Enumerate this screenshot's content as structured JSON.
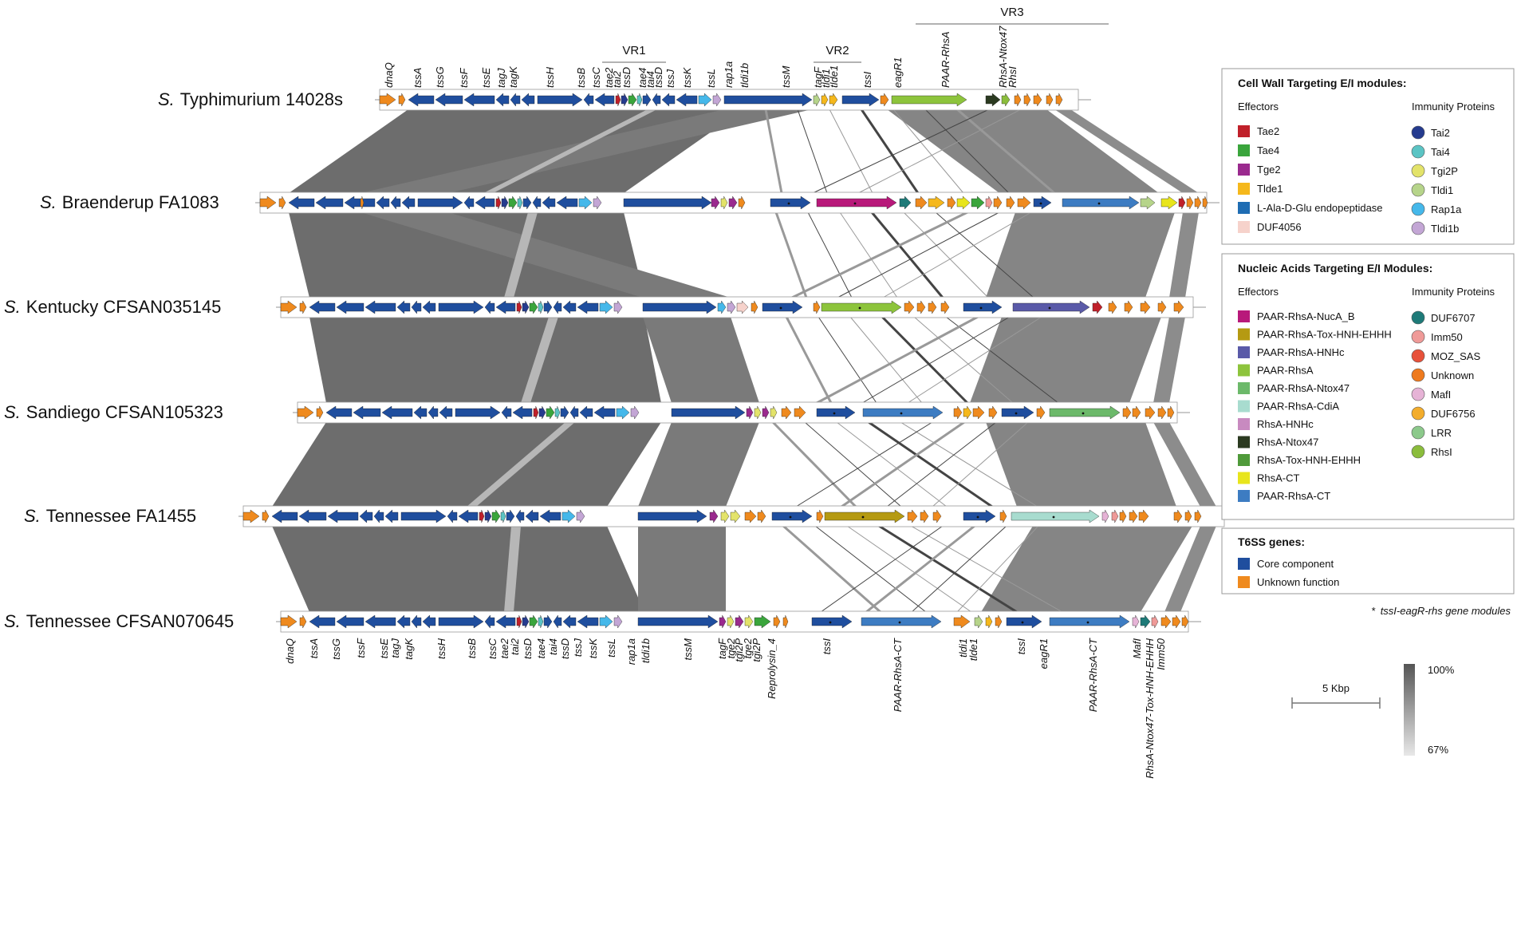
{
  "regions": [
    {
      "label": "VR1",
      "from": 755,
      "to": 835
    },
    {
      "label": "VR2",
      "from": 1020,
      "to": 1080
    },
    {
      "label": "VR3",
      "from": 1148,
      "to": 1390
    }
  ],
  "strains": [
    {
      "italic": "S.",
      "name": "Typhimurium 14028s"
    },
    {
      "italic": "S.",
      "name": "Braenderup FA1083"
    },
    {
      "italic": "S.",
      "name": "Kentucky CFSAN035145"
    },
    {
      "italic": "S.",
      "name": "Sandiego CFSAN105323"
    },
    {
      "italic": "S.",
      "name": "Tennessee FA1455"
    },
    {
      "italic": "S.",
      "name": "Tennessee CFSAN070645"
    }
  ],
  "top_labels": [
    "dnaQ",
    "tssA",
    "tssG",
    "tssF",
    "tssE",
    "tagJ",
    "tagK",
    "tssH",
    "tssB",
    "tssC",
    "tae2",
    "tai2",
    "tssD",
    "tae4",
    "tai4",
    "tssD",
    "tssJ",
    "tssK",
    "tssL",
    "rap1a",
    "tldi1b",
    "tssM",
    "tagF",
    "tldi1",
    "tlde1",
    "tssI",
    "eagR1",
    "PAAR-RhsA",
    "RhsA-Ntox47",
    "RhsI"
  ],
  "bottom_labels": [
    "dnaQ",
    "tssA",
    "tssG",
    "tssF",
    "tssE",
    "tagJ",
    "tagK",
    "tssH",
    "tssB",
    "tssC",
    "tae2",
    "tai2",
    "tssD",
    "tae4",
    "tai4",
    "tssD",
    "tssJ",
    "tssK",
    "tssL",
    "rap1a",
    "tldi1b",
    "tssM",
    "tagF",
    "tge2",
    "tgi2P",
    "tge2",
    "tgi2P",
    "Reprolysin_4",
    "tssI",
    "PAAR-RhsA-CT",
    "tldi1",
    "tlde1",
    "tssI",
    "eagR1",
    "PAAR-RhsA-CT",
    "MafI",
    "RhsA-Ntox47-Tox-HNH-EHHH",
    "Imm50"
  ],
  "legend": {
    "cell_wall": {
      "title": "Cell Wall Targeting E/I modules:",
      "effectors_heading": "Effectors",
      "immunity_heading": "Immunity Proteins",
      "effectors": [
        {
          "label": "Tae2",
          "color": "#c0202a"
        },
        {
          "label": "Tae4",
          "color": "#3aa53c"
        },
        {
          "label": "Tge2",
          "color": "#9a2a8e"
        },
        {
          "label": "Tlde1",
          "color": "#f5b81c"
        },
        {
          "label": "L-Ala-D-Glu endopeptidase",
          "color": "#1f6db3"
        },
        {
          "label": "DUF4056",
          "color": "#f6d2cb"
        }
      ],
      "immunity": [
        {
          "label": "Tai2",
          "color": "#253b8e"
        },
        {
          "label": "Tai4",
          "color": "#5bc4c4"
        },
        {
          "label": "Tgi2P",
          "color": "#e3e36a"
        },
        {
          "label": "Tldi1",
          "color": "#b6d48a"
        },
        {
          "label": "Rap1a",
          "color": "#45b8ea"
        },
        {
          "label": "Tldi1b",
          "color": "#c3a6d5"
        }
      ]
    },
    "nucleic": {
      "title": "Nucleic Acids Targeting E/I Modules:",
      "effectors_heading": "Effectors",
      "immunity_heading": "Immunity Proteins",
      "effectors": [
        {
          "label": "PAAR-RhsA-NucA_B",
          "color": "#b8197a"
        },
        {
          "label": "PAAR-RhsA-Tox-HNH-EHHH",
          "color": "#b59a12"
        },
        {
          "label": "PAAR-RhsA-HNHc",
          "color": "#5a5aa8"
        },
        {
          "label": "PAAR-RhsA",
          "color": "#8dc43c"
        },
        {
          "label": "PAAR-RhsA-Ntox47",
          "color": "#6cb96a"
        },
        {
          "label": "PAAR-RhsA-CdiA",
          "color": "#a8dccf"
        },
        {
          "label": "RhsA-HNHc",
          "color": "#c88ac0"
        },
        {
          "label": "RhsA-Ntox47",
          "color": "#2b3a20"
        },
        {
          "label": "RhsA-Tox-HNH-EHHH",
          "color": "#4f9a3a"
        },
        {
          "label": "RhsA-CT",
          "color": "#e8e51c"
        },
        {
          "label": "PAAR-RhsA-CT",
          "color": "#3d7cc2"
        }
      ],
      "immunity": [
        {
          "label": "DUF6707",
          "color": "#1e7a78"
        },
        {
          "label": "Imm50",
          "color": "#ef9a98"
        },
        {
          "label": "MOZ_SAS",
          "color": "#e7513a"
        },
        {
          "label": "Unknown",
          "color": "#ee7a1e"
        },
        {
          "label": "MafI",
          "color": "#e6b3d6"
        },
        {
          "label": "DUF6756",
          "color": "#f3ad2c"
        },
        {
          "label": "LRR",
          "color": "#8cc98b"
        },
        {
          "label": "RhsI",
          "color": "#8bbd3c"
        }
      ]
    },
    "t6ss": {
      "title": "T6SS genes:",
      "items": [
        {
          "label": "Core component",
          "color": "#1f4e9e"
        },
        {
          "label": "Unknown function",
          "color": "#ef8a1e"
        }
      ]
    },
    "footnote_star": "*",
    "footnote_text": "tssI-eagR-rhs gene modules",
    "scale_label": "5 Kbp",
    "identity_max": "100%",
    "identity_min": "67%"
  }
}
